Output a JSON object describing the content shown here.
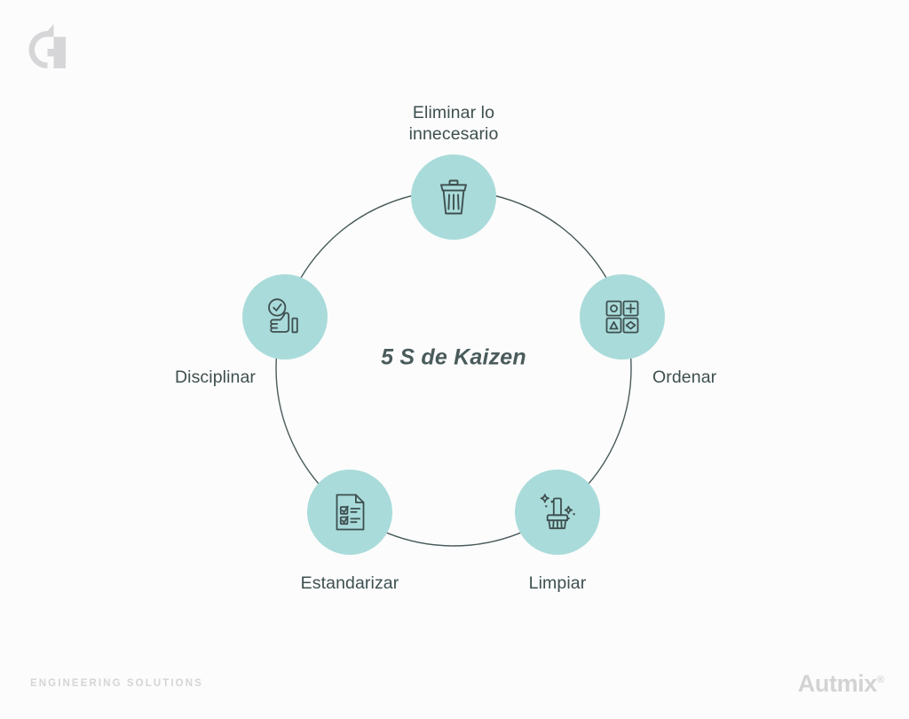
{
  "page": {
    "background_color": "#fcfcfc",
    "accent_color": "#a9dbda",
    "line_color": "#4a5b5b",
    "text_color": "#3e4f4f",
    "footer_color": "#d4d4d6"
  },
  "center": {
    "title": "5 S de Kaizen"
  },
  "nodes": [
    {
      "id": "eliminar",
      "label": "Eliminar lo\ninnecesario",
      "icon": "trash-icon",
      "label_position": "top"
    },
    {
      "id": "ordenar",
      "label": "Ordenar",
      "icon": "grid-shapes-icon",
      "label_position": "right"
    },
    {
      "id": "limpiar",
      "label": "Limpiar",
      "icon": "brush-sparkle-icon",
      "label_position": "bottom"
    },
    {
      "id": "estandarizar",
      "label": "Estandarizar",
      "icon": "checklist-document-icon",
      "label_position": "bottom"
    },
    {
      "id": "disciplinar",
      "label": "Disciplinar",
      "icon": "thumbs-up-check-icon",
      "label_position": "left"
    }
  ],
  "footer": {
    "tagline": "ENGINEERING SOLUTIONS",
    "wordmark": "Autmix",
    "wordmark_mark": "®"
  },
  "logo": {
    "name": "autmix-a-mark"
  }
}
